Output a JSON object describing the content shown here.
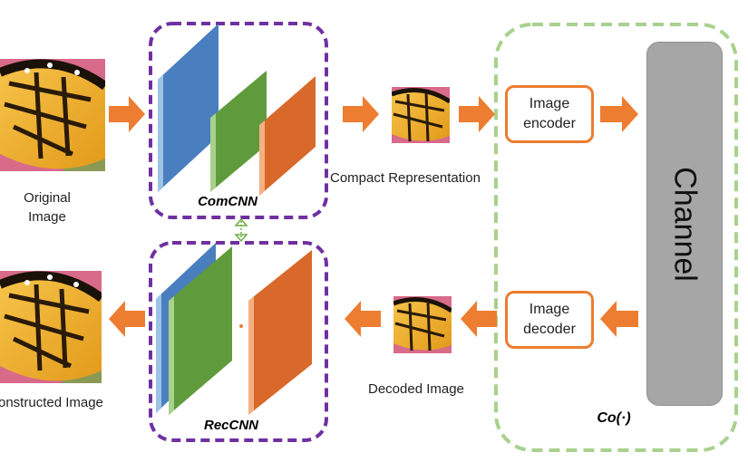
{
  "labels": {
    "original_line1": "Original",
    "original_line2": "Image",
    "compact": "Compact Representation",
    "decoded": "Decoded Image",
    "reconstructed": "onstructed Image",
    "comcnn": "ComCNN",
    "reccnn": "RecCNN",
    "co": "Co(·)",
    "image_encoder_line1": "Image",
    "image_encoder_line2": "encoder",
    "image_decoder_line1": "Image",
    "image_decoder_line2": "decoder",
    "channel": "Channel"
  },
  "colors": {
    "arrow": "#ed7d31",
    "cnn_box": "#7030a0",
    "co_box": "#a9d18e",
    "layer_blue": "#5b9bd5",
    "layer_green": "#70ad47",
    "layer_orange": "#ed7d31",
    "channel": "#a6a6a6"
  }
}
